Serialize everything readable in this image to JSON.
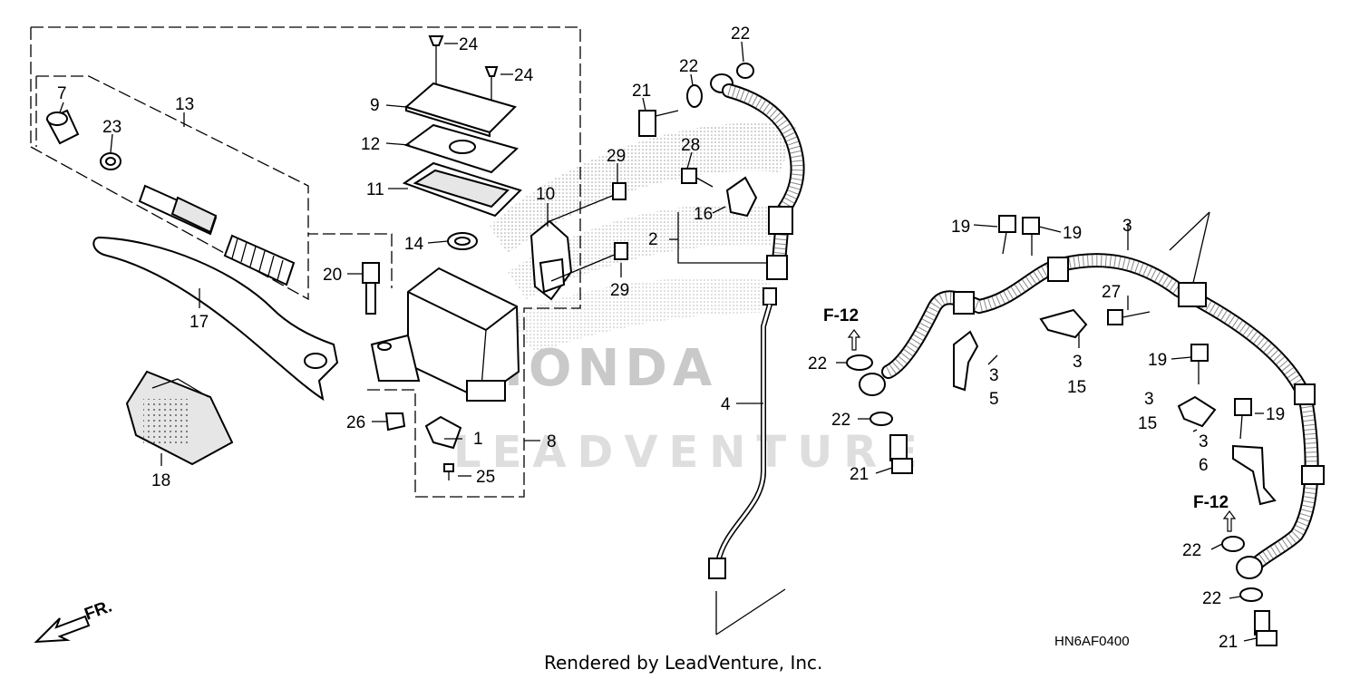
{
  "watermark": {
    "brand": "HONDA",
    "dealer": "LEADVENTURE"
  },
  "footer": {
    "rendered_by": "Rendered by LeadVenture, Inc."
  },
  "diagram_code": "HN6AF0400",
  "direction_label": "FR.",
  "callouts": {
    "c1": "1",
    "c2": "2",
    "c3a": "3",
    "c3b": "3",
    "c3c": "3",
    "c3d": "3",
    "c3e": "3",
    "c4": "4",
    "c5": "5",
    "c6": "6",
    "c7": "7",
    "c8": "8",
    "c9": "9",
    "c10": "10",
    "c11": "11",
    "c12": "12",
    "c13": "13",
    "c14": "14",
    "c15a": "15",
    "c15b": "15",
    "c16": "16",
    "c17": "17",
    "c18": "18",
    "c19a": "19",
    "c19b": "19",
    "c19c": "19",
    "c19d": "19",
    "c20": "20",
    "c21a": "21",
    "c21b": "21",
    "c21c": "21",
    "c22a": "22",
    "c22b": "22",
    "c22c": "22",
    "c22d": "22",
    "c22e": "22",
    "c22f": "22",
    "c23": "23",
    "c24a": "24",
    "c24b": "24",
    "c25": "25",
    "c26": "26",
    "c27": "27",
    "c28": "28",
    "c29a": "29",
    "c29b": "29",
    "f12a": "F-12",
    "f12b": "F-12"
  }
}
